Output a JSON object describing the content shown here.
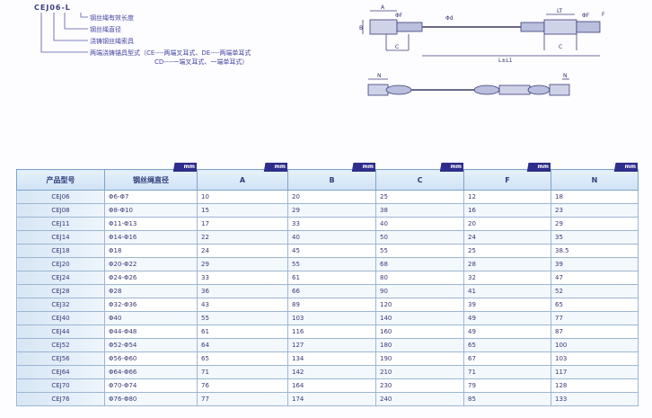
{
  "legend": {
    "code": "CEJ06-L",
    "lines": [
      "钢丝绳有效长度",
      "钢丝绳直径",
      "浇铸钢丝绳索具",
      "两端浇铸锚具型式（CE----两端叉耳式、DE----两端单耳式",
      "CD----一端叉耳式、一端单耳式）"
    ]
  },
  "diagram": {
    "labels": {
      "A": "A",
      "B": "B",
      "C": "C",
      "F": "F",
      "d": "Φd",
      "phi_f": "ΦF",
      "LT": "LT",
      "L": "L±L1",
      "N": "N"
    }
  },
  "table": {
    "headers": [
      "产品型号",
      "钢丝绳直径",
      "A",
      "B",
      "C",
      "F",
      "N"
    ],
    "unit": "mm",
    "rows": [
      [
        "CEJ06",
        "Φ6-Φ7",
        "10",
        "20",
        "25",
        "12",
        "18"
      ],
      [
        "CEJ08",
        "Φ8-Φ10",
        "15",
        "29",
        "38",
        "16",
        "23"
      ],
      [
        "CEJ11",
        "Φ11-Φ13",
        "17",
        "33",
        "40",
        "20",
        "29"
      ],
      [
        "CEJ14",
        "Φ14-Φ16",
        "22",
        "40",
        "50",
        "24",
        "35"
      ],
      [
        "CEJ18",
        "Φ18",
        "24",
        "45",
        "55",
        "25",
        "38.5"
      ],
      [
        "CEJ20",
        "Φ20-Φ22",
        "29",
        "55",
        "68",
        "28",
        "39"
      ],
      [
        "CEJ24",
        "Φ24-Φ26",
        "33",
        "61",
        "80",
        "32",
        "47"
      ],
      [
        "CEJ28",
        "Φ28",
        "36",
        "66",
        "90",
        "41",
        "52"
      ],
      [
        "CEJ32",
        "Φ32-Φ36",
        "43",
        "89",
        "120",
        "39",
        "65"
      ],
      [
        "CEJ40",
        "Φ40",
        "55",
        "103",
        "140",
        "49",
        "77"
      ],
      [
        "CEJ44",
        "Φ44-Φ48",
        "61",
        "116",
        "160",
        "49",
        "87"
      ],
      [
        "CEJ52",
        "Φ52-Φ54",
        "64",
        "127",
        "180",
        "65",
        "100"
      ],
      [
        "CEJ56",
        "Φ56-Φ60",
        "65",
        "134",
        "190",
        "67",
        "103"
      ],
      [
        "CEJ64",
        "Φ64-Φ66",
        "71",
        "142",
        "210",
        "71",
        "117"
      ],
      [
        "CEJ70",
        "Φ70-Φ74",
        "76",
        "164",
        "230",
        "79",
        "128"
      ],
      [
        "CEJ76",
        "Φ76-Φ80",
        "77",
        "174",
        "240",
        "85",
        "133"
      ]
    ]
  },
  "colors": {
    "header_bg": "#dbe9f7",
    "unit_tab": "#2e2e8c",
    "text": "#3a3a78"
  }
}
